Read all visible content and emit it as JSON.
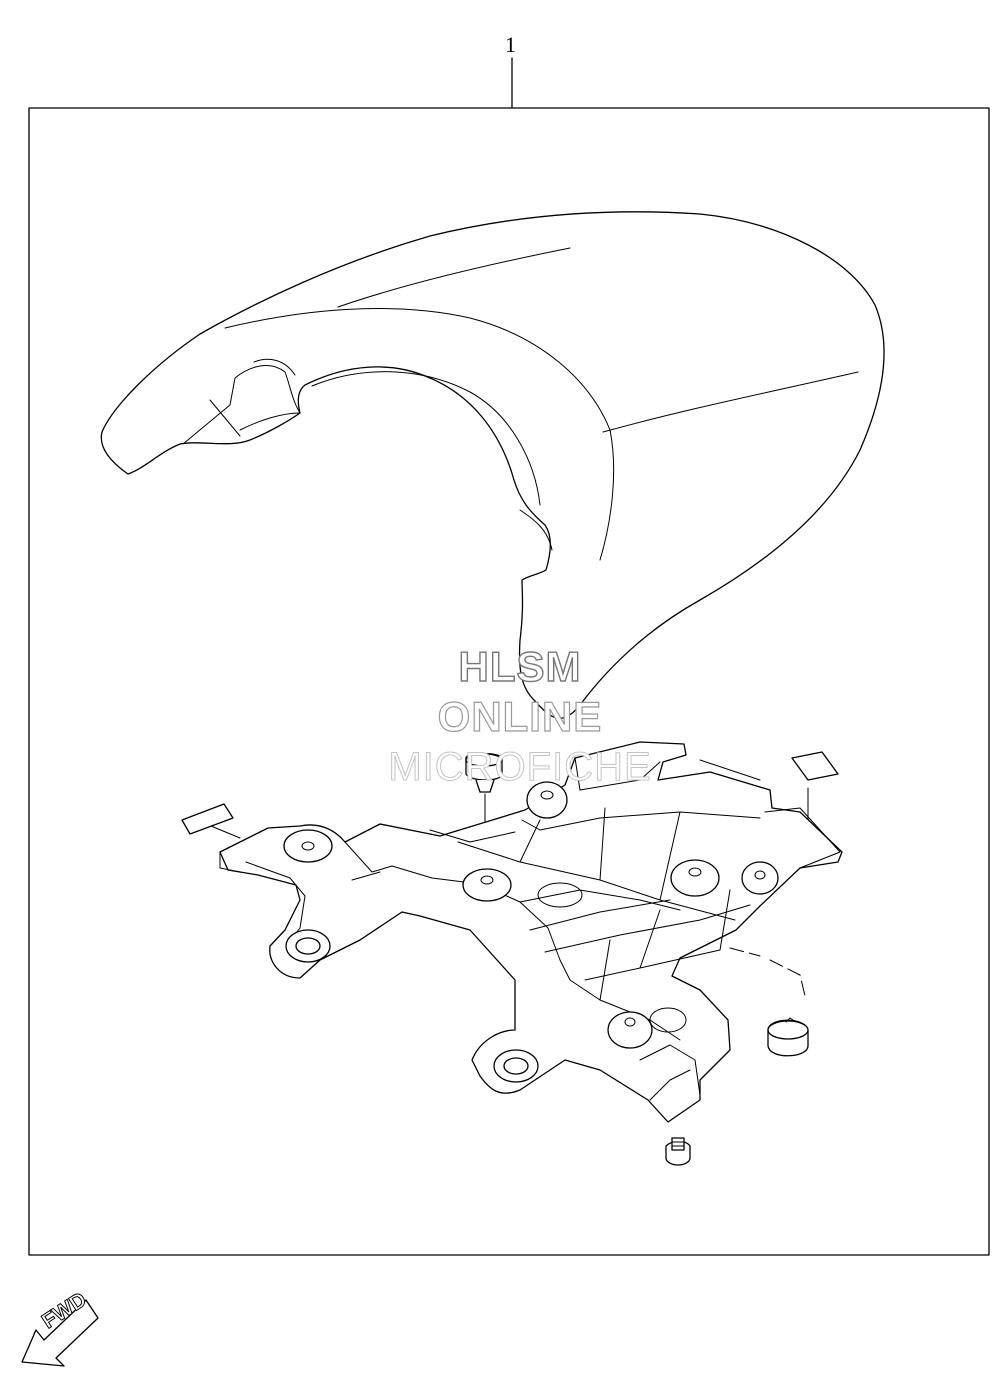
{
  "diagram": {
    "callouts": [
      {
        "label": "1"
      }
    ],
    "watermark": {
      "line1": "HLSM",
      "line2": "ONLINE",
      "line3": "MICROFICHE"
    },
    "fwd_arrow": {
      "label": "FWD",
      "icon": "fwd-arrow-icon"
    },
    "parts": [
      {
        "name": "seat-tail-cowl",
        "icon": "seat-cover-icon"
      },
      {
        "name": "mounting-bracket",
        "icon": "bracket-icon"
      },
      {
        "name": "cushion-upper",
        "icon": "rubber-cushion-icon"
      },
      {
        "name": "cushion-lower",
        "icon": "rubber-cushion-icon"
      },
      {
        "name": "pad-left",
        "icon": "pad-icon"
      },
      {
        "name": "pad-right",
        "icon": "pad-icon"
      },
      {
        "name": "screw",
        "icon": "screw-icon"
      }
    ]
  }
}
